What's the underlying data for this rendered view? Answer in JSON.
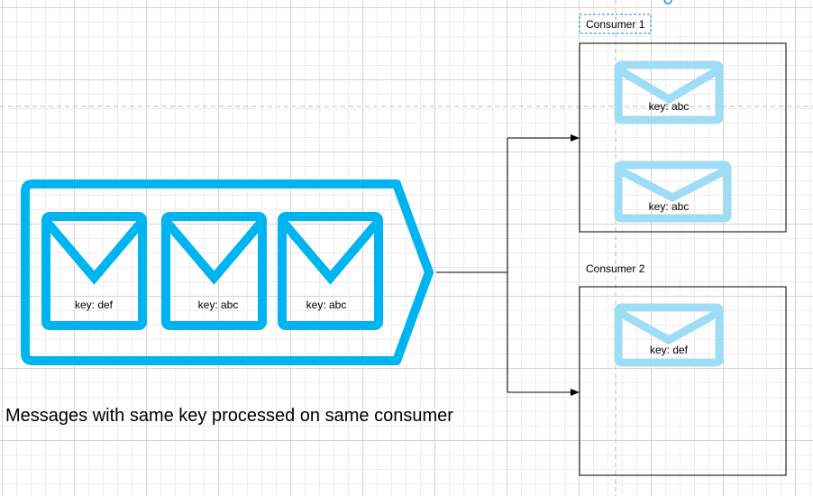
{
  "colors": {
    "queue": "#00b4f0",
    "consumer_message": "#9fdcf5",
    "line": "#000000",
    "guide": "#bdbdbd",
    "selection": "#1a8fd6"
  },
  "queue": {
    "messages": [
      {
        "key_label": "key: def"
      },
      {
        "key_label": "key: abc"
      },
      {
        "key_label": "key: abc"
      }
    ]
  },
  "consumers": [
    {
      "name": "Consumer 1",
      "messages": [
        {
          "key_label": "key: abc"
        },
        {
          "key_label": "key: abc"
        }
      ]
    },
    {
      "name": "Consumer 2",
      "messages": [
        {
          "key_label": "key: def"
        }
      ]
    }
  ],
  "caption": "Messages with same key processed on same consumer"
}
